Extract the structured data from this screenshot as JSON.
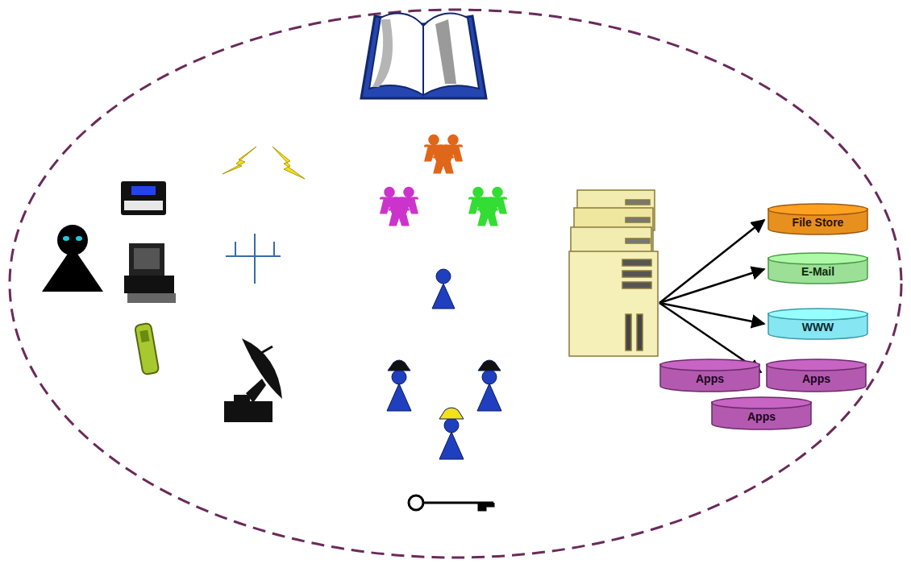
{
  "diagram": {
    "nodes": [
      {
        "text": [
          "File Store"
        ]
      },
      {
        "text": [
          "E-Mail"
        ]
      },
      {
        "text": [
          "WWW"
        ]
      },
      {
        "text": [
          "Apps"
        ]
      },
      {
        "text": [
          "Apps"
        ]
      },
      {
        "text": [
          "Apps"
        ]
      }
    ]
  }
}
